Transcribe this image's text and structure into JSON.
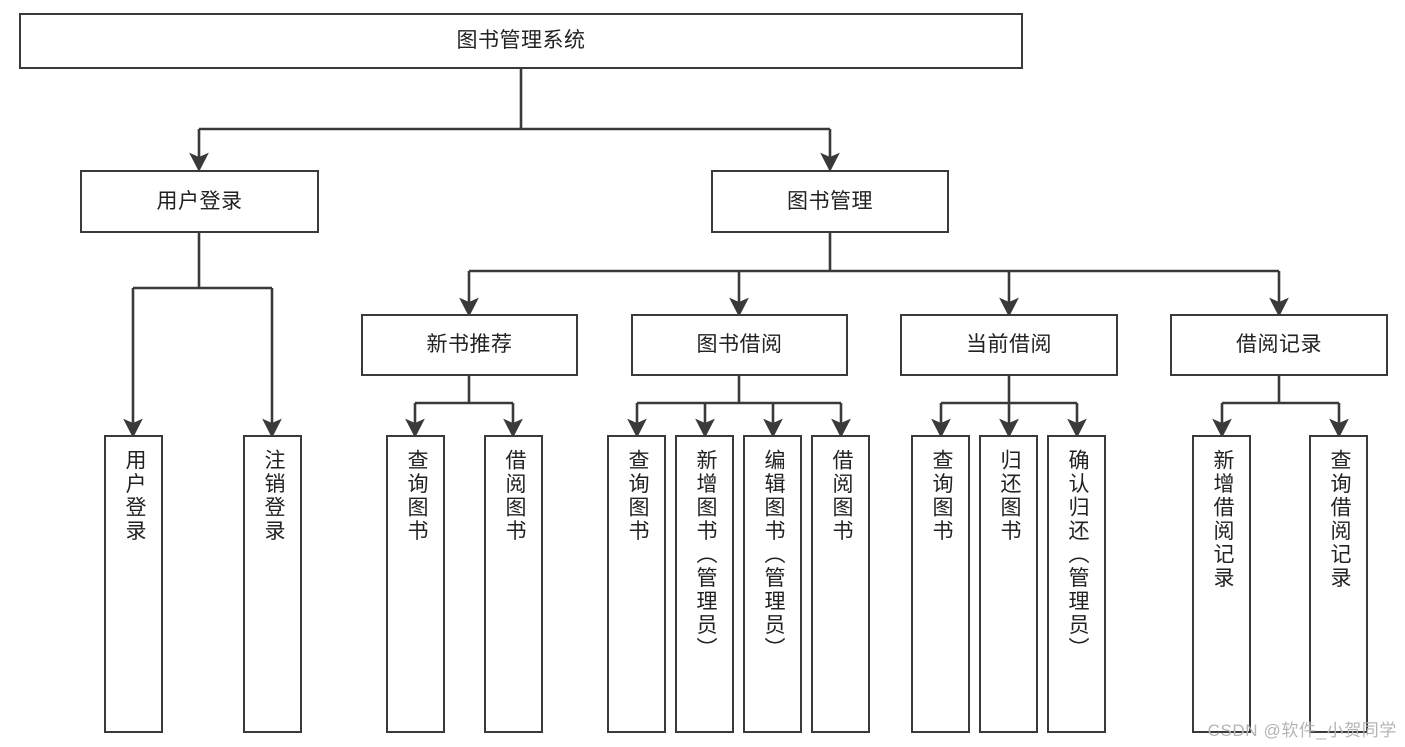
{
  "diagram": {
    "title": "图书管理系统",
    "type": "tree-structure-diagram",
    "colors": {
      "box_border": "#3a3a3a",
      "connector": "#3a3a3a",
      "background": "#ffffff",
      "text": "#222222",
      "watermark": "#b4b4b4"
    },
    "watermark": "CSDN @软件_小贺同学",
    "root": {
      "label": "图书管理系统"
    },
    "level2": [
      {
        "label": "用户登录"
      },
      {
        "label": "图书管理"
      }
    ],
    "level3": [
      {
        "label": "新书推荐"
      },
      {
        "label": "图书借阅"
      },
      {
        "label": "当前借阅"
      },
      {
        "label": "借阅记录"
      }
    ],
    "leaves": {
      "user_login": [
        {
          "label": "用户登录"
        },
        {
          "label": "注销登录"
        }
      ],
      "new_book_recommend": [
        {
          "label": "查询图书"
        },
        {
          "label": "借阅图书"
        }
      ],
      "book_borrow": [
        {
          "label": "查询图书"
        },
        {
          "label": "新增图书（管理员）"
        },
        {
          "label": "编辑图书（管理员）"
        },
        {
          "label": "借阅图书"
        }
      ],
      "current_borrow": [
        {
          "label": "查询图书"
        },
        {
          "label": "归还图书"
        },
        {
          "label": "确认归还（管理员）"
        }
      ],
      "borrow_record": [
        {
          "label": "新增借阅记录"
        },
        {
          "label": "查询借阅记录"
        }
      ]
    }
  }
}
